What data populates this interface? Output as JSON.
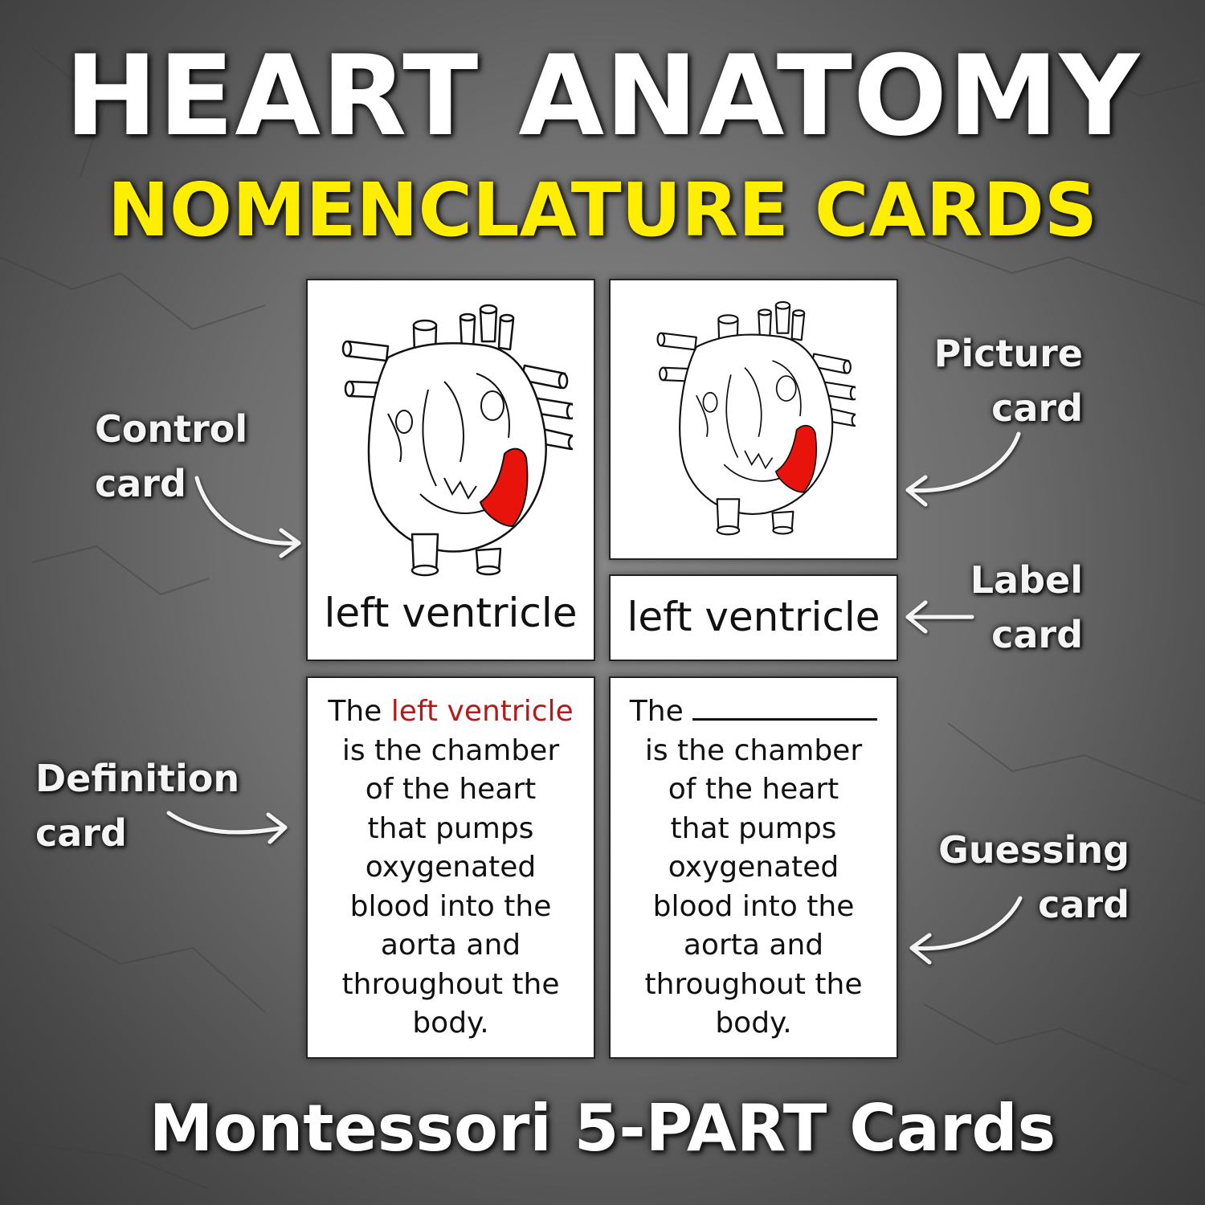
{
  "title": "HEART ANATOMY",
  "subtitle": "NOMENCLATURE CARDS",
  "footer": "Montessori 5-PART Cards",
  "colors": {
    "title": "#ffffff",
    "subtitle": "#ffee00",
    "highlight": "#b31b1b",
    "ventricle_fill": "#e8140c"
  },
  "cards": {
    "control": {
      "label": "left ventricle",
      "image": "heart-diagram-icon"
    },
    "picture": {
      "image": "heart-diagram-icon"
    },
    "label": {
      "label": "left ventricle"
    },
    "definition": {
      "prefix": "The",
      "term": "left ventricle",
      "lines": [
        "is the chamber",
        "of the heart",
        "that pumps",
        "oxygenated",
        "blood into the",
        "aorta and",
        "throughout the",
        "body."
      ]
    },
    "guessing": {
      "prefix": "The",
      "lines": [
        "is the chamber",
        "of the heart",
        "that pumps",
        "oxygenated",
        "blood into the",
        "aorta and",
        "throughout the",
        "body."
      ]
    }
  },
  "callouts": {
    "control": [
      "Control",
      "card"
    ],
    "picture": [
      "Picture",
      "card"
    ],
    "label": [
      "Label",
      "card"
    ],
    "definition": [
      "Definition",
      "card"
    ],
    "guessing": [
      "Guessing",
      "card"
    ]
  }
}
